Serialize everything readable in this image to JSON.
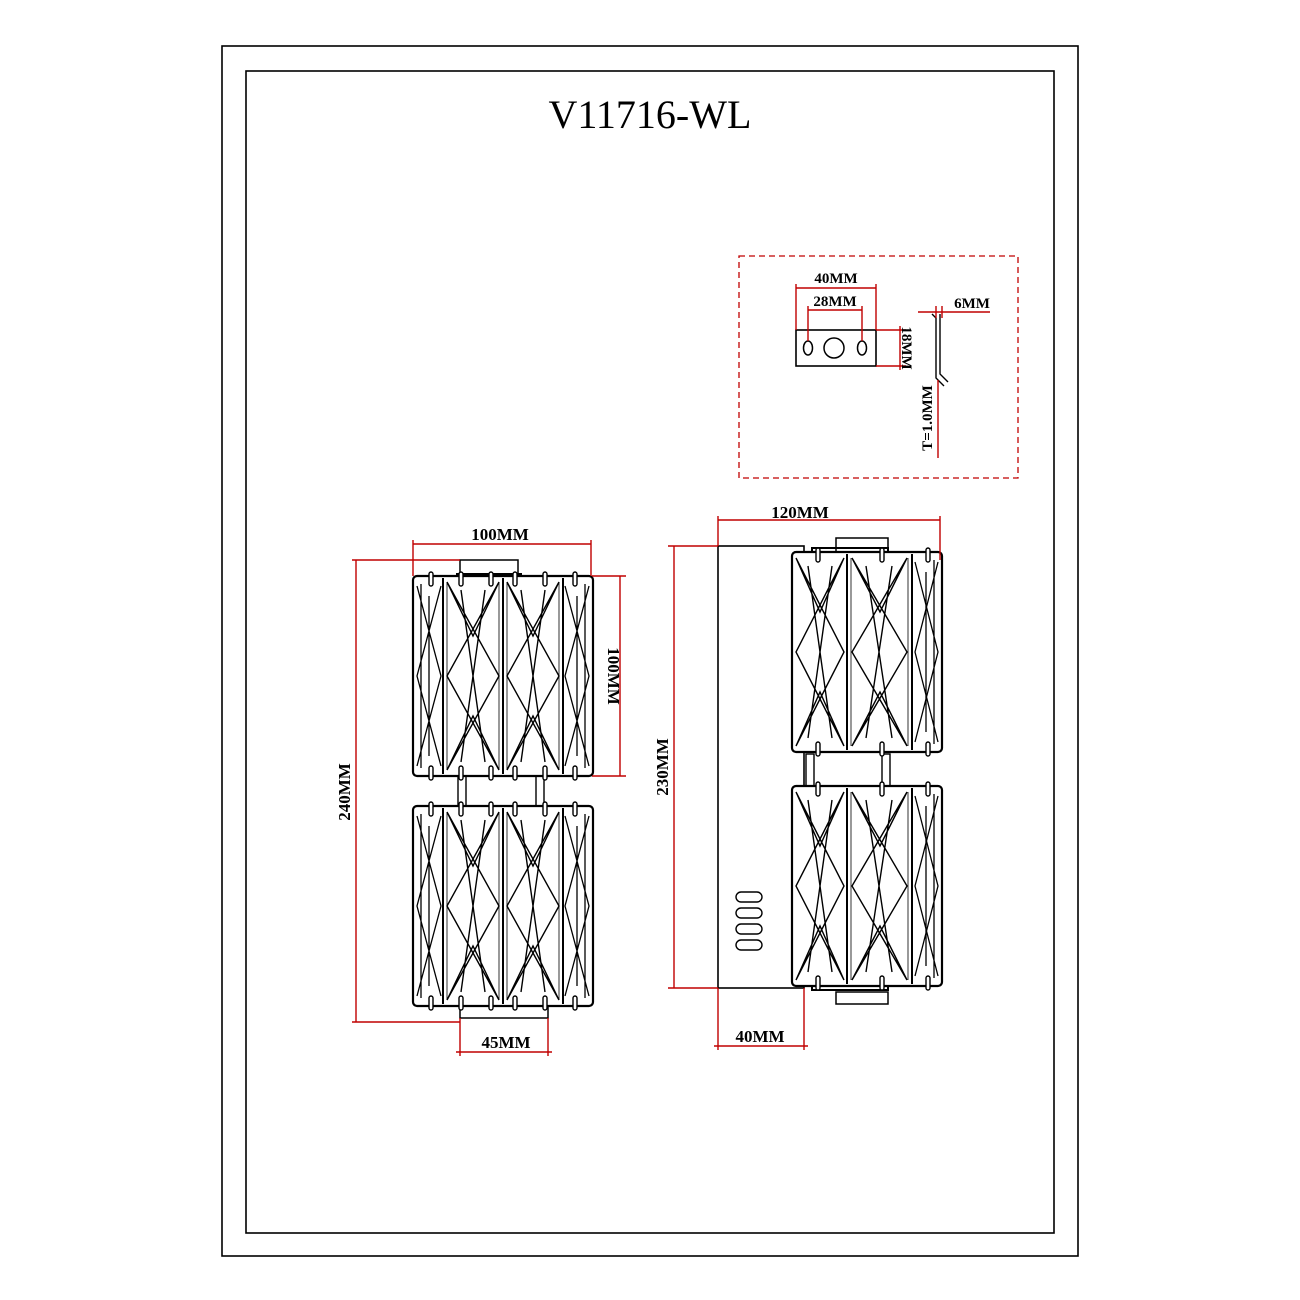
{
  "title": "V11716-WL",
  "colors": {
    "dimension_line": "#c00000",
    "outline": "#000000",
    "background": "#ffffff"
  },
  "bracket": {
    "width_label": "40MM",
    "hole_spacing_label": "28MM",
    "height_label": "18MM",
    "offset_label": "6MM",
    "thickness_label": "T=1.0MM"
  },
  "front_view": {
    "width_label": "100MM",
    "shade_height_label": "100MM",
    "total_height_label": "240MM",
    "base_width_label": "45MM"
  },
  "side_view": {
    "depth_label": "120MM",
    "height_label": "230MM",
    "backplate_depth_label": "40MM"
  }
}
